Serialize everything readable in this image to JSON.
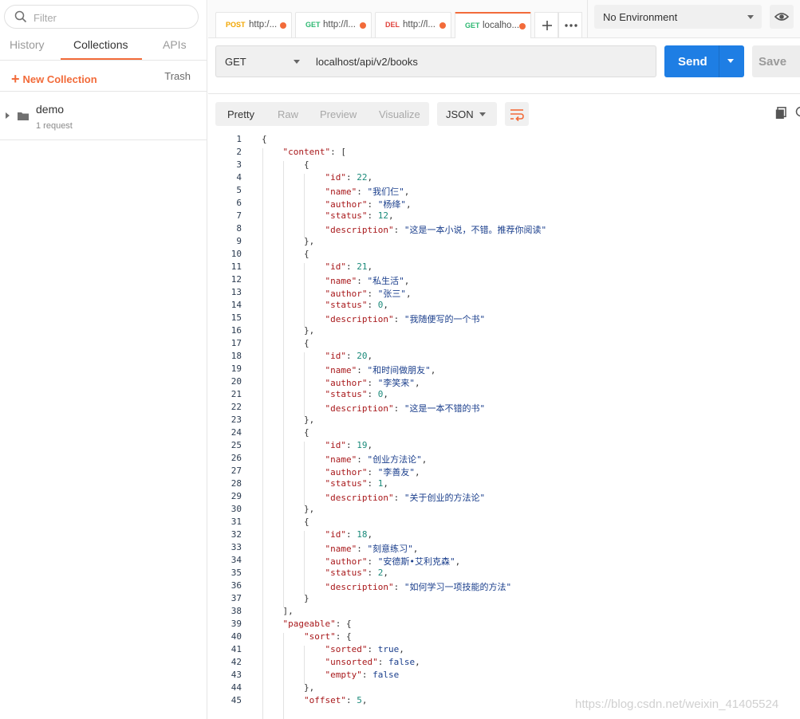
{
  "sidebar": {
    "search_placeholder": "Filter",
    "tabs": [
      "History",
      "Collections",
      "APIs"
    ],
    "new_collection": "New Collection",
    "trash": "Trash",
    "collection": {
      "name": "demo",
      "count": "1 request"
    }
  },
  "tabs": [
    {
      "method": "POST",
      "url": "http:/...",
      "unsaved": true
    },
    {
      "method": "GET",
      "url": "http://l...",
      "unsaved": true
    },
    {
      "method": "DEL",
      "url": "http://l...",
      "unsaved": true
    },
    {
      "method": "GET",
      "url": "localho...",
      "unsaved": true,
      "active": true
    }
  ],
  "environment": {
    "selected": "No Environment"
  },
  "request": {
    "method": "GET",
    "url": "localhost/api/v2/books",
    "send": "Send",
    "save": "Save"
  },
  "response": {
    "formats": [
      "Pretty",
      "Raw",
      "Preview",
      "Visualize"
    ],
    "active_format": "Pretty",
    "language": "JSON"
  },
  "colors": {
    "accent": "#f26b3a",
    "send": "#1e7ee4",
    "key": "#a8181b",
    "string": "#1a3e8c",
    "number": "#1a8a7a"
  },
  "code_lines": [
    "{",
    "    \"content\": [",
    "        {",
    "            \"id\": 22,",
    "            \"name\": \"我们仨\",",
    "            \"author\": \"杨绛\",",
    "            \"status\": 12,",
    "            \"description\": \"这是一本小说，不错。推荐你阅读\"",
    "        },",
    "        {",
    "            \"id\": 21,",
    "            \"name\": \"私生活\",",
    "            \"author\": \"张三\",",
    "            \"status\": 0,",
    "            \"description\": \"我随便写的一个书\"",
    "        },",
    "        {",
    "            \"id\": 20,",
    "            \"name\": \"和时间做朋友\",",
    "            \"author\": \"李笑来\",",
    "            \"status\": 0,",
    "            \"description\": \"这是一本不错的书\"",
    "        },",
    "        {",
    "            \"id\": 19,",
    "            \"name\": \"创业方法论\",",
    "            \"author\": \"李善友\",",
    "            \"status\": 1,",
    "            \"description\": \"关于创业的方法论\"",
    "        },",
    "        {",
    "            \"id\": 18,",
    "            \"name\": \"刻意练习\",",
    "            \"author\": \"安德斯•艾利克森\",",
    "            \"status\": 2,",
    "            \"description\": \"如何学习一项技能的方法\"",
    "        }",
    "    ],",
    "    \"pageable\": {",
    "        \"sort\": {",
    "            \"sorted\": true,",
    "            \"unsorted\": false,",
    "            \"empty\": false",
    "        },",
    "        \"offset\": 5,"
  ],
  "watermark": "https://blog.csdn.net/weixin_41405524"
}
